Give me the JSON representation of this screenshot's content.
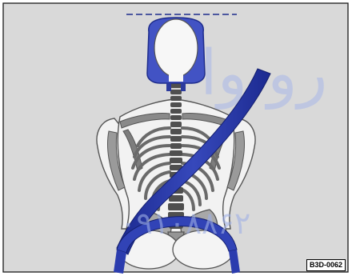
{
  "figure": {
    "reference_code": "B3D-0062",
    "background_color": "#d9d9d9",
    "belt_color": "#2b3cae",
    "headrest_color": "#4253c4",
    "bone_color": "#6a6a6a",
    "watermark": {
      "top_text": "رو وا",
      "bottom_text": "۰۹۱۰۸۸۶۲",
      "color": "#9fb0e6"
    }
  }
}
